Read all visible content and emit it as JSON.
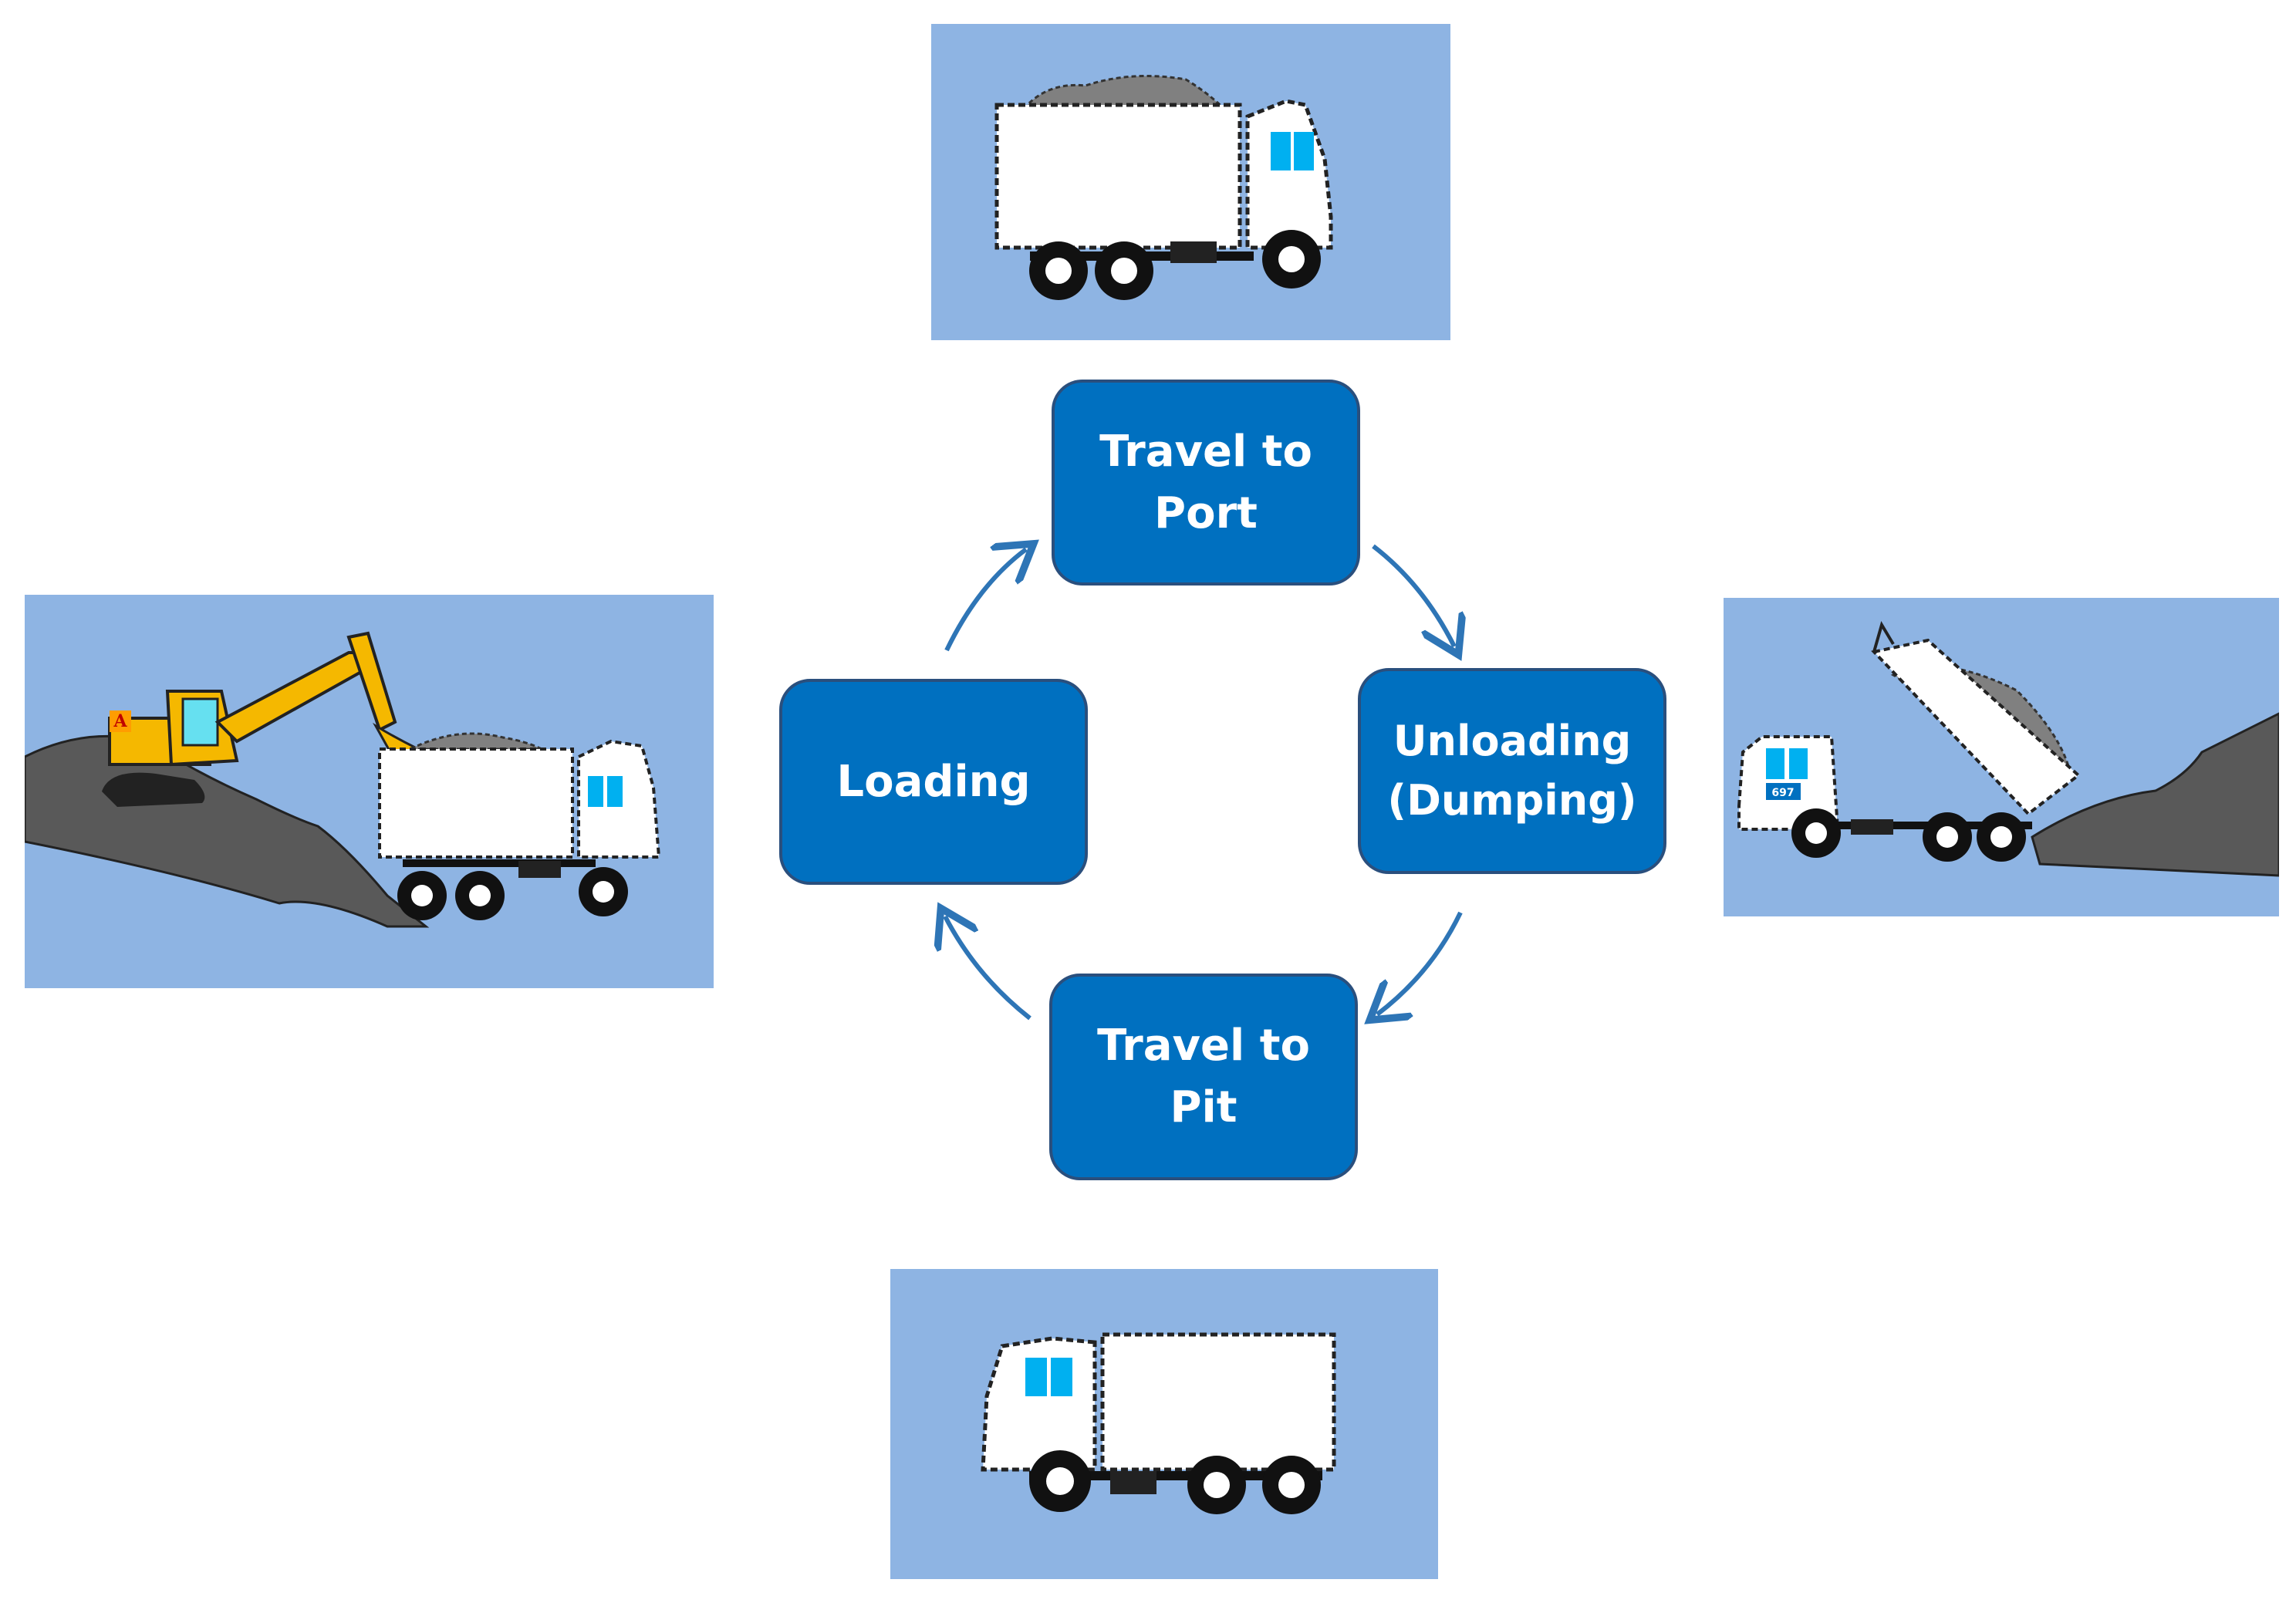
{
  "stages": {
    "travel_to_port": "Travel to\nPort",
    "unloading": "Unloading\n(Dumping)",
    "travel_to_pit": "Travel to\nPit",
    "loading": "Loading"
  },
  "illustrations": {
    "loading_scene": {
      "label": "A",
      "truck_icon": "loaded-dump-truck",
      "excavator_icon": "excavator"
    },
    "port_scene": {
      "truck_icon": "loaded-dump-truck"
    },
    "dumping_scene": {
      "truck_number": "697",
      "truck_icon": "tipping-dump-truck"
    },
    "pit_scene": {
      "truck_icon": "empty-dump-truck"
    }
  },
  "colors": {
    "stage_fill": "#0070c0",
    "stage_border": "#2a4f7d",
    "panel_background": "#8eb4e3",
    "arrow": "#2e75b6"
  }
}
